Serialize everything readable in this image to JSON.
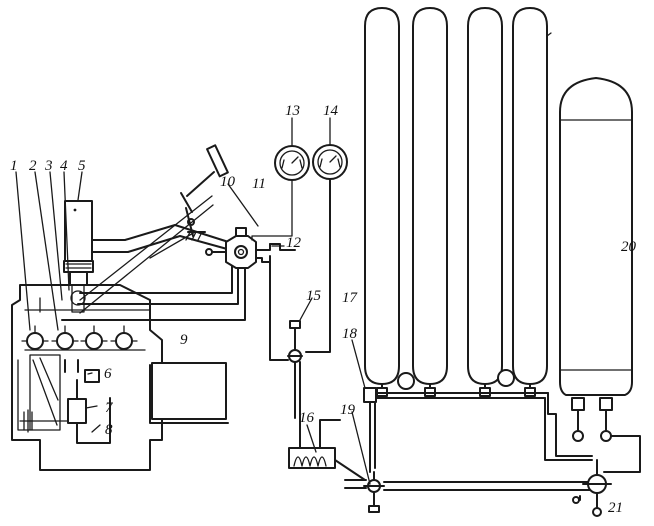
{
  "labels": {
    "l1": "1",
    "l2": "2",
    "l3": "3",
    "l4": "4",
    "l5": "5",
    "l6": "6",
    "l7": "7",
    "l8": "8",
    "l9": "9",
    "l10": "10",
    "l11": "11",
    "l12": "12",
    "l13": "13",
    "l14": "14",
    "l15": "15",
    "l16": "16",
    "l17": "17",
    "l18": "18",
    "l19": "19",
    "l20": "20",
    "l21": "21"
  },
  "colors": {
    "line": "#1a1a1a",
    "background": "#ffffff"
  }
}
